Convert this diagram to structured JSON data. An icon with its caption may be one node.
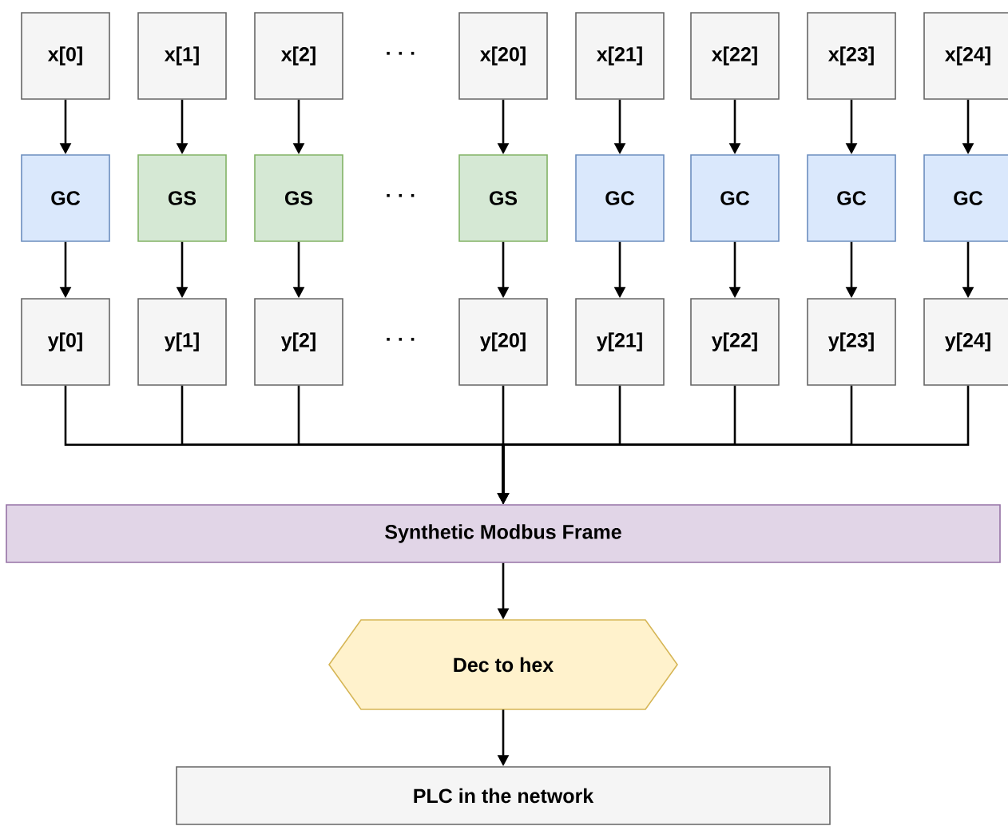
{
  "diagram": {
    "nodes": [
      {
        "text": [
          "x[0]"
        ]
      },
      {
        "text": [
          "x[1]"
        ]
      },
      {
        "text": [
          "x[2]"
        ]
      },
      {
        "text": [
          "x[20]"
        ]
      },
      {
        "text": [
          "x[21]"
        ]
      },
      {
        "text": [
          "x[22]"
        ]
      },
      {
        "text": [
          "x[23]"
        ]
      },
      {
        "text": [
          "x[24]"
        ]
      },
      {
        "text": [
          "GC"
        ]
      },
      {
        "text": [
          "GS"
        ]
      },
      {
        "text": [
          "GS"
        ]
      },
      {
        "text": [
          "GS"
        ]
      },
      {
        "text": [
          "GC"
        ]
      },
      {
        "text": [
          "GC"
        ]
      },
      {
        "text": [
          "GC"
        ]
      },
      {
        "text": [
          "GC"
        ]
      },
      {
        "text": [
          "y[0]"
        ]
      },
      {
        "text": [
          "y[1]"
        ]
      },
      {
        "text": [
          "y[2]"
        ]
      },
      {
        "text": [
          "y[20]"
        ]
      },
      {
        "text": [
          "y[21]"
        ]
      },
      {
        "text": [
          "y[22]"
        ]
      },
      {
        "text": [
          "y[23]"
        ]
      },
      {
        "text": [
          "y[24]"
        ]
      },
      {
        "text": [
          "Synthetic Modbus Frame"
        ]
      },
      {
        "text": [
          "Dec to hex"
        ]
      },
      {
        "text": [
          "PLC in the network"
        ]
      }
    ],
    "edges": [
      {
        "from": 0,
        "to": 8,
        "arrow": "to"
      },
      {
        "from": 1,
        "to": 9,
        "arrow": "to"
      },
      {
        "from": 2,
        "to": 10,
        "arrow": "to"
      },
      {
        "from": 3,
        "to": 11,
        "arrow": "to"
      },
      {
        "from": 4,
        "to": 12,
        "arrow": "to"
      },
      {
        "from": 5,
        "to": 13,
        "arrow": "to"
      },
      {
        "from": 6,
        "to": 14,
        "arrow": "to"
      },
      {
        "from": 7,
        "to": 15,
        "arrow": "to"
      },
      {
        "from": 8,
        "to": 16,
        "arrow": "to"
      },
      {
        "from": 9,
        "to": 17,
        "arrow": "to"
      },
      {
        "from": 10,
        "to": 18,
        "arrow": "to"
      },
      {
        "from": 11,
        "to": 19,
        "arrow": "to"
      },
      {
        "from": 12,
        "to": 20,
        "arrow": "to"
      },
      {
        "from": 13,
        "to": 21,
        "arrow": "to"
      },
      {
        "from": 14,
        "to": 22,
        "arrow": "to"
      },
      {
        "from": 15,
        "to": 23,
        "arrow": "to"
      },
      {
        "from": 16,
        "to": 24,
        "arrow": "to"
      },
      {
        "from": 17,
        "to": 24,
        "arrow": "to"
      },
      {
        "from": 18,
        "to": 24,
        "arrow": "to"
      },
      {
        "from": 19,
        "to": 24,
        "arrow": "to"
      },
      {
        "from": 20,
        "to": 24,
        "arrow": "to"
      },
      {
        "from": 21,
        "to": 24,
        "arrow": "to"
      },
      {
        "from": 22,
        "to": 24,
        "arrow": "to"
      },
      {
        "from": 23,
        "to": 24,
        "arrow": "to"
      },
      {
        "from": 24,
        "to": 25,
        "arrow": "to"
      },
      {
        "from": 25,
        "to": 26,
        "arrow": "to"
      }
    ],
    "labels": [
      "· · ·",
      "· · ·",
      "· · ·"
    ]
  }
}
